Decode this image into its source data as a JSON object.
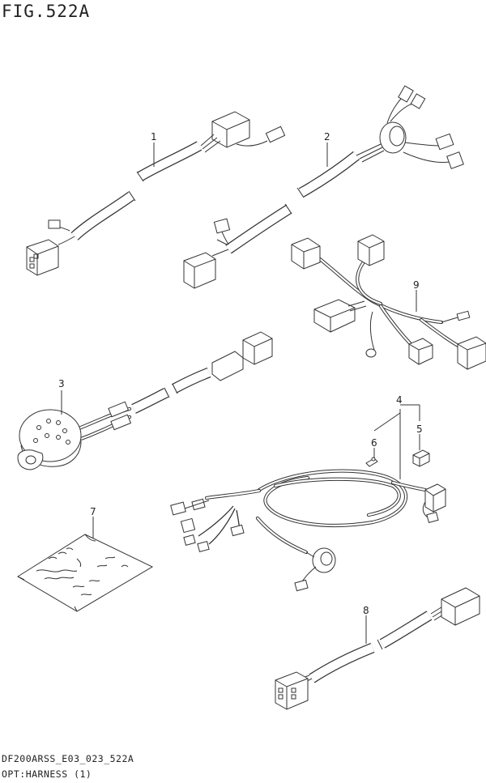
{
  "figure": {
    "title": "FIG.522A",
    "code": "DF200ARSS_E03_023_522A",
    "subtitle": "OPT:HARNESS (1)"
  },
  "callouts": [
    "1",
    "2",
    "3",
    "4",
    "5",
    "6",
    "7",
    "8",
    "9"
  ]
}
